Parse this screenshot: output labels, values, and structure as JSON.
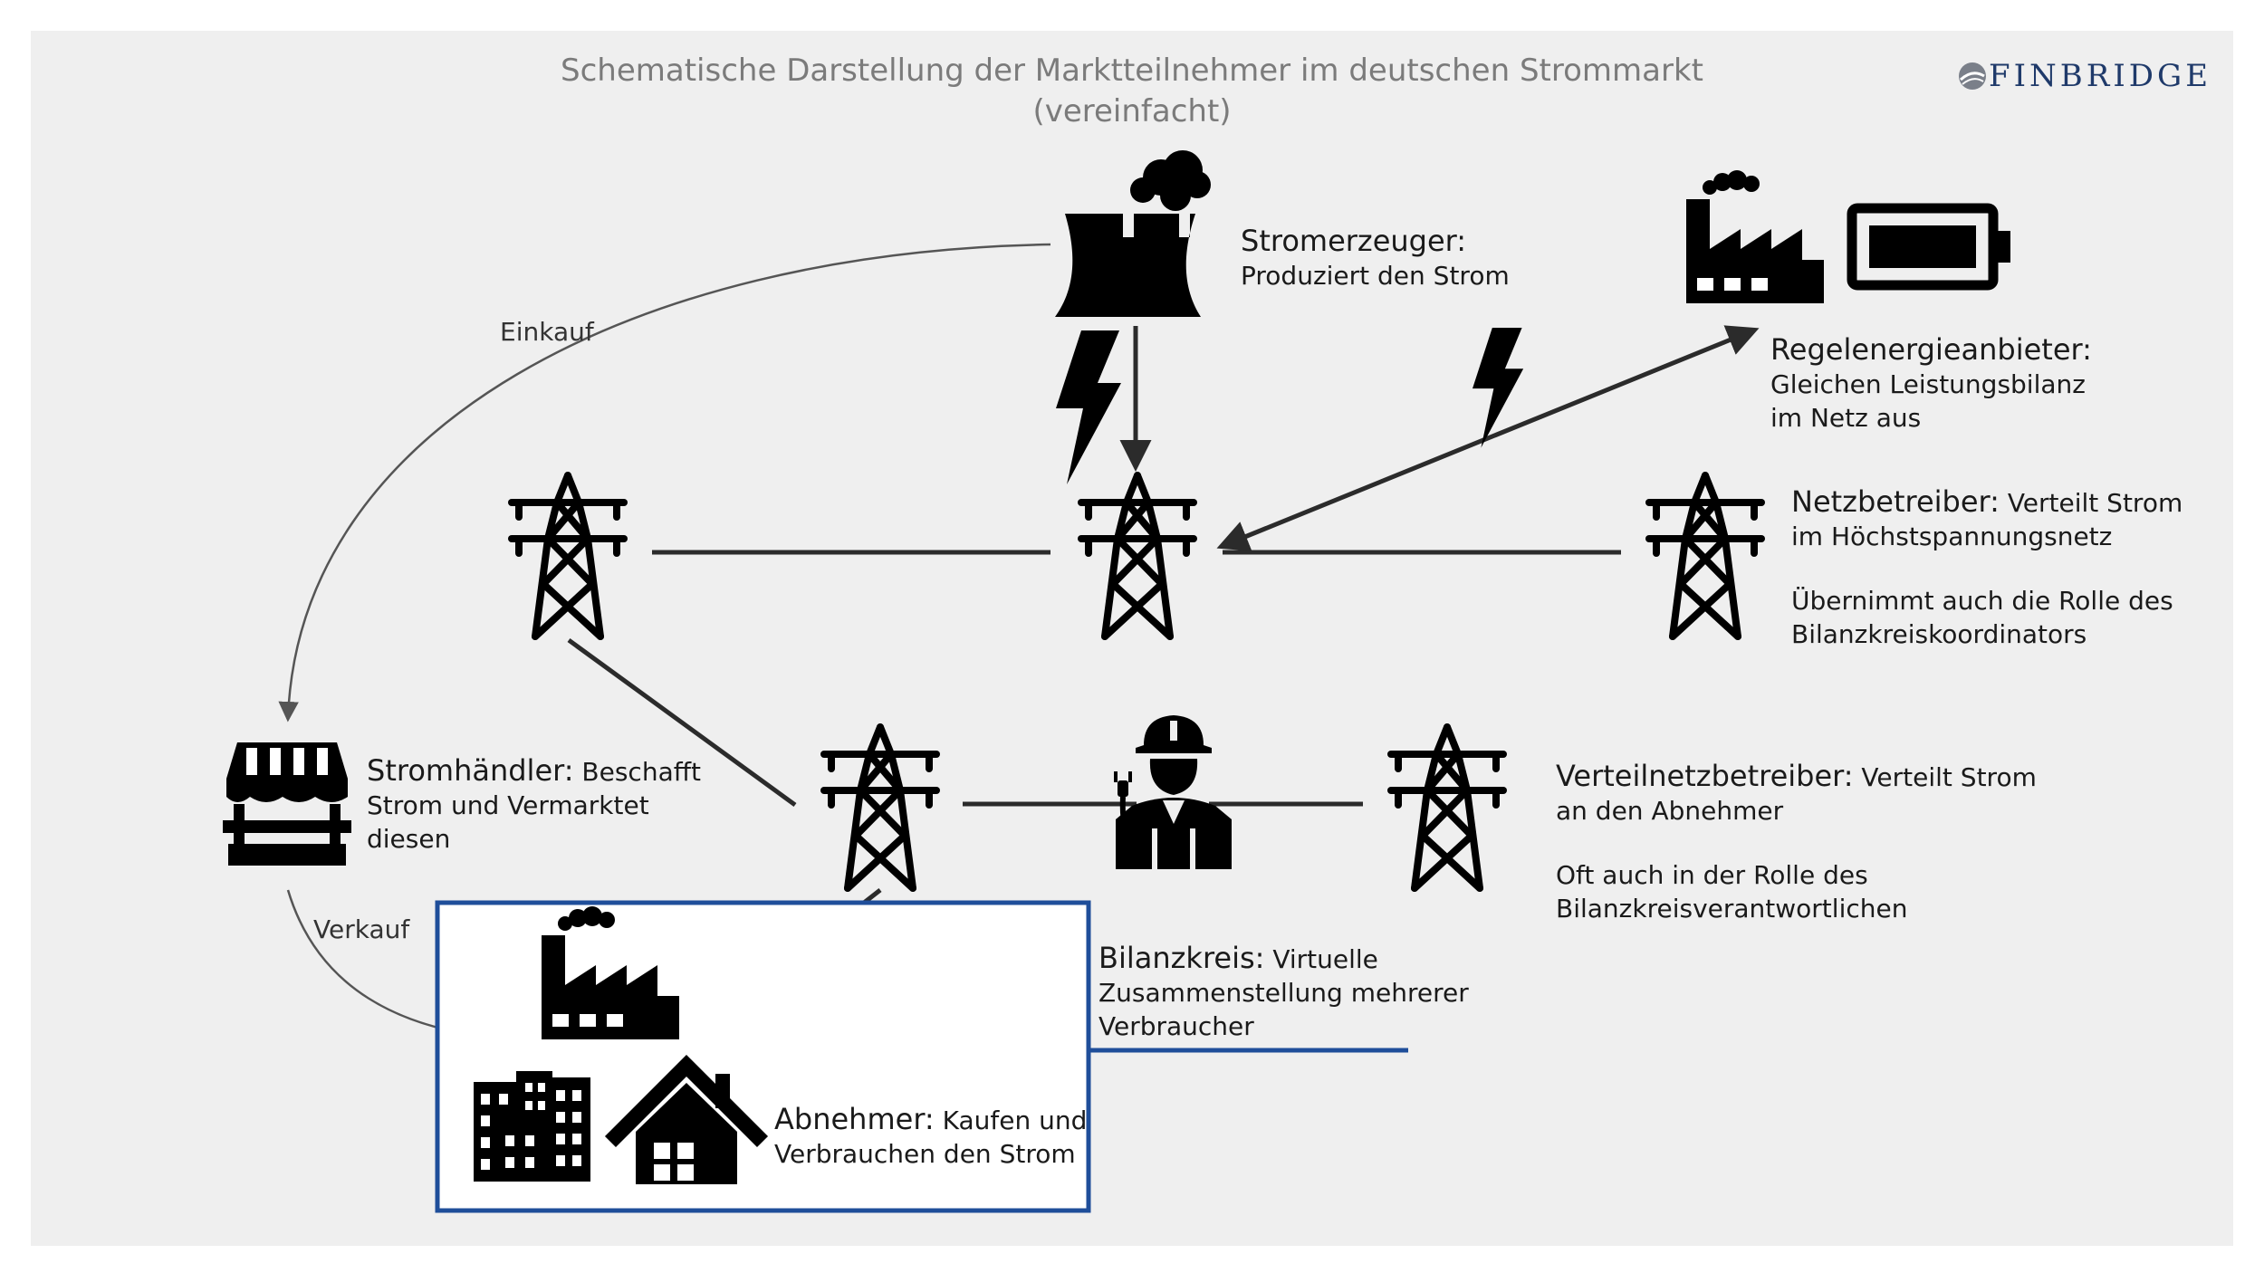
{
  "title": {
    "line1": "Schematische Darstellung der Marktteilnehmer im deutschen Strommarkt",
    "line2": "(vereinfacht)"
  },
  "logo": {
    "text": "FINBRIDGE",
    "color": "#1f3a6a"
  },
  "colors": {
    "background": "#efefef",
    "icon": "#000000",
    "line": "#2b2b2b",
    "box_border": "#1f4e9a"
  },
  "flows": {
    "purchase": "Einkauf",
    "sale": "Verkauf"
  },
  "actors": {
    "stromerzeuger": {
      "name": "Stromerzeuger",
      "line1": "Produziert den Strom",
      "icon": "power-plant-icon"
    },
    "regelenergie": {
      "name": "Regelenergieanbieter:",
      "line1": "Gleichen Leistungsbilanz",
      "line2": "im Netz aus",
      "icons": [
        "factory-icon",
        "battery-icon"
      ]
    },
    "netzbetreiber": {
      "name": "Netzbetreiber:",
      "desc": " Verteilt Strom",
      "line1": "im Höchstspannungsnetz",
      "line2": "Übernimmt auch die Rolle des",
      "line3": "Bilanzkreiskoordinators",
      "icon": "transmission-tower-icon"
    },
    "stromhaendler": {
      "name": "Stromhändler:",
      "desc": " Beschafft",
      "line1": "Strom und Vermarktet",
      "line2": "diesen",
      "icon": "market-stall-icon"
    },
    "verteilnetz": {
      "name": "Verteilnetzbetreiber:",
      "desc": " Verteilt Strom",
      "line1": "an den Abnehmer",
      "line2": "Oft auch in der Rolle des",
      "line3": "Bilanzkreisverantwortlichen",
      "icon": "transmission-tower-icon"
    },
    "bilanzkreis": {
      "name": "Bilanzkreis:",
      "desc": " Virtuelle",
      "line1": "Zusammenstellung mehrerer",
      "line2": "Verbraucher"
    },
    "abnehmer": {
      "name": "Abnehmer:",
      "desc": " Kaufen und",
      "line1": "Verbrauchen den Strom",
      "icons": [
        "factory-icon",
        "buildings-icon",
        "house-icon"
      ]
    }
  }
}
